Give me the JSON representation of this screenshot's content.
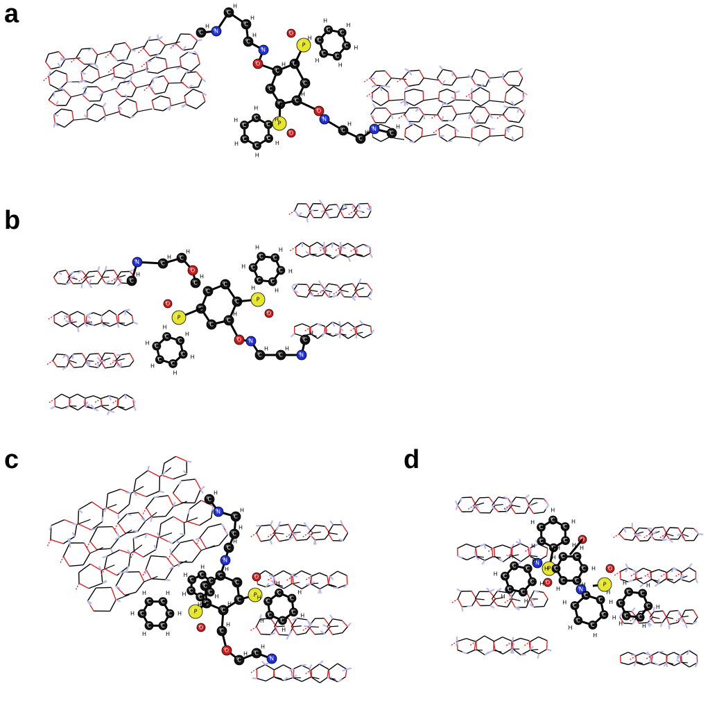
{
  "figure": {
    "panels": [
      {
        "label": "a"
      },
      {
        "label": "b"
      },
      {
        "label": "c"
      },
      {
        "label": "d"
      }
    ],
    "atom_labels": {
      "carbon": "C",
      "phosphorus": "P",
      "nitrogen": "N",
      "oxygen": "O",
      "hydrogen": "H"
    },
    "colors": {
      "carbon": "#111111",
      "phosphorus": "#e6e62a",
      "nitrogen": "#1f2fd6",
      "oxygen": "#d01818",
      "hydrogen_ghost": "#b8b8f0",
      "framework_line": "#000000",
      "framework_oxygen": "#e02020",
      "hbond": "#e02020"
    }
  }
}
